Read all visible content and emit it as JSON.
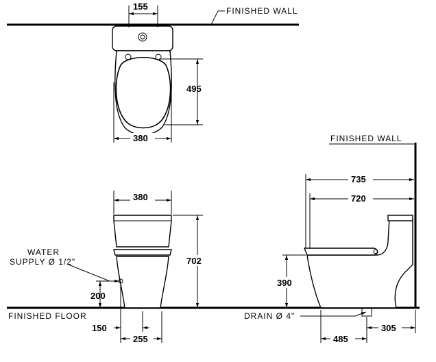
{
  "labels": {
    "finished_wall_top": "FINISHED WALL",
    "finished_wall_side": "FINISHED WALL",
    "finished_floor": "FINISHED FLOOR",
    "water_supply_line1": "WATER",
    "water_supply_line2": "SUPPLY Ø 1/2\"",
    "drain": "DRAIN Ø 4\""
  },
  "dimensions": {
    "top_inlet_spacing": "155",
    "top_depth": "495",
    "top_width": "380",
    "front_width": "380",
    "front_height": "702",
    "water_supply_height": "200",
    "water_supply_offset": "150",
    "front_foot_width": "255",
    "side_overall_length": "735",
    "side_seat_length": "720",
    "side_seat_height": "390",
    "side_drain_to_front": "485",
    "side_drain_to_wall": "305"
  }
}
